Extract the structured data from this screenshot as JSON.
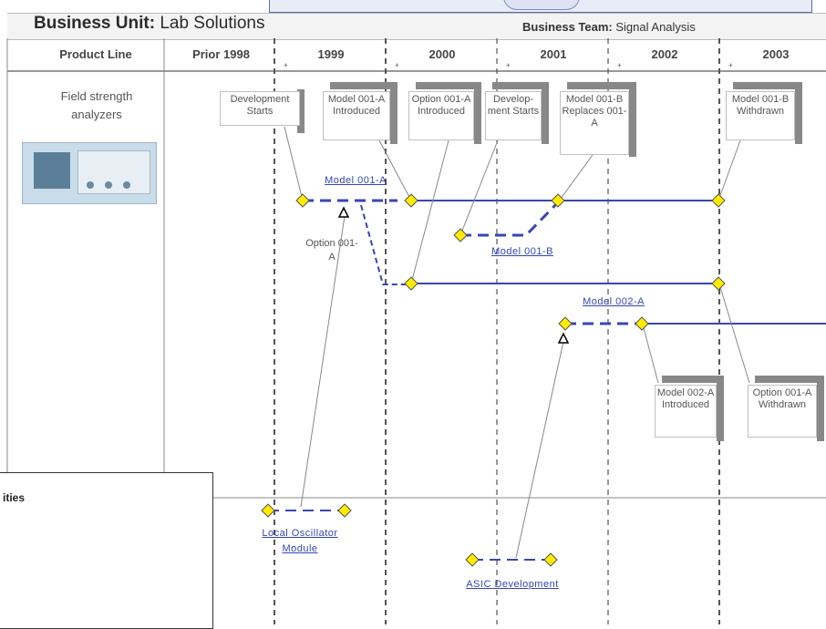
{
  "header": {
    "business_unit_label": "Business Unit:",
    "business_unit_value": "Lab Solutions",
    "business_team_label": "Business Team:",
    "business_team_value": "Signal Analysis"
  },
  "columns": {
    "product_line": "Product Line",
    "prior_1998": "Prior 1998",
    "y1999": "1999",
    "y2000": "2000",
    "y2001": "2001",
    "y2002": "2002",
    "y2003": "2003"
  },
  "product_line": {
    "name": "Field strength analyzers"
  },
  "notes": {
    "dev_starts_1": "Development Starts",
    "model_001a_introduced": "Model 001-A Introduced",
    "option_001a_introduced": "Option 001-A Introduced",
    "dev_starts_2": "Develop-ment Starts",
    "model_001b_replaces": "Model 001-B Replaces 001-A",
    "model_001b_withdrawn": "Model 001-B Withdrawn",
    "model_002a_introduced": "Model 002-A Introduced",
    "option_001a_withdrawn": "Option 001-A Withdrawn"
  },
  "links": {
    "model_001a": "Model 001-A",
    "model_001b": "Model 001-B",
    "model_002a": "Model 002-A",
    "local_oscillator": "Local Oscillator Module",
    "asic": "ASIC Development"
  },
  "labels": {
    "option_001a": "Option 001-A"
  },
  "legend": {
    "text": "ities"
  },
  "colors": {
    "track": "#3a45b5",
    "milestone": "#ffec00",
    "grid": "#555555"
  }
}
